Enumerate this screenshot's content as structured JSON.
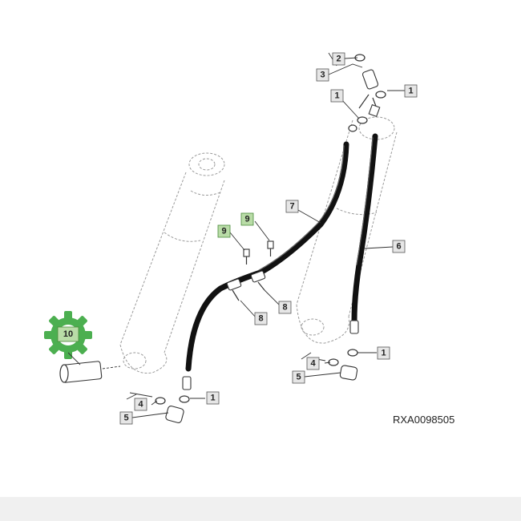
{
  "diagram": {
    "reference_code": "RXA0098505",
    "callouts": [
      {
        "label": "2"
      },
      {
        "label": "3"
      },
      {
        "label": "1"
      },
      {
        "label": "1"
      },
      {
        "label": "7"
      },
      {
        "label": "9"
      },
      {
        "label": "9"
      },
      {
        "label": "6"
      },
      {
        "label": "8"
      },
      {
        "label": "8"
      },
      {
        "label": "10"
      },
      {
        "label": "4"
      },
      {
        "label": "1"
      },
      {
        "label": "5"
      },
      {
        "label": "4"
      },
      {
        "label": "1"
      },
      {
        "label": "5"
      }
    ]
  },
  "colors": {
    "callout_gray": "#e6e6e6",
    "callout_green": "#b9dca7",
    "gear_green": "#4caf50",
    "hose": "#111111"
  },
  "icons": {
    "part-kit": "gear-icon"
  }
}
